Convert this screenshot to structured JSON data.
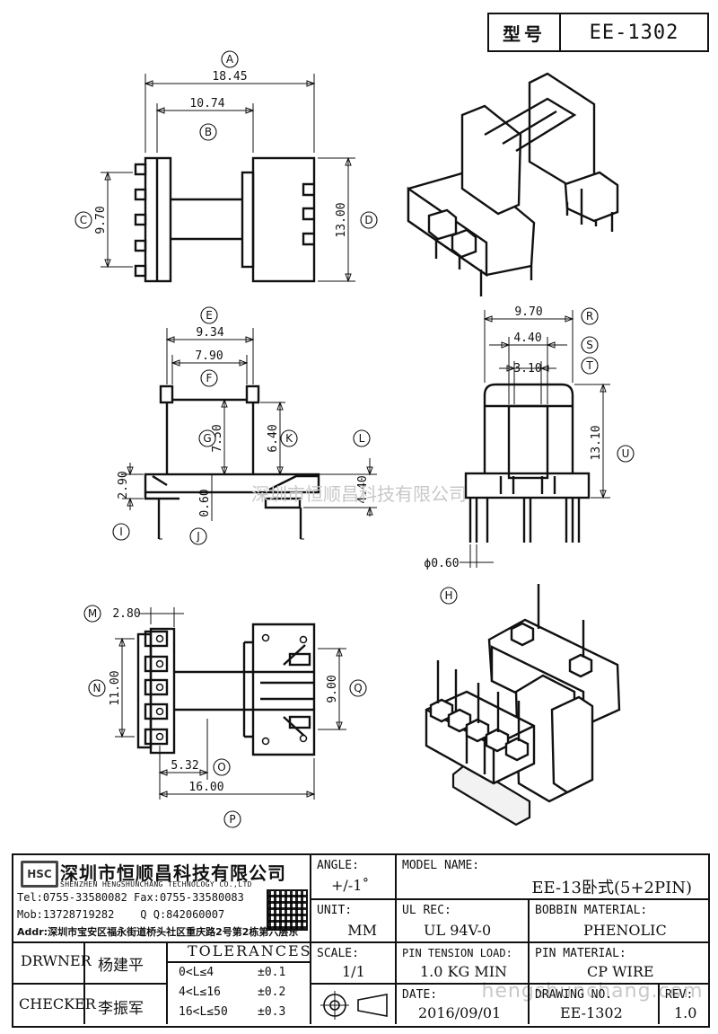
{
  "title_box": {
    "label": "型号",
    "model": "EE-1302"
  },
  "dimensions": {
    "A": {
      "letter": "A",
      "value": "18.45"
    },
    "B": {
      "letter": "B",
      "value": "10.74"
    },
    "C": {
      "letter": "C",
      "value": "9.70"
    },
    "D": {
      "letter": "D",
      "value": "13.00"
    },
    "E": {
      "letter": "E",
      "value": "9.34"
    },
    "F": {
      "letter": "F",
      "value": "7.90"
    },
    "G": {
      "letter": "G",
      "value": "7.50"
    },
    "K": {
      "letter": "K",
      "value": "6.40"
    },
    "L": {
      "letter": "L",
      "value": "4.40"
    },
    "I": {
      "letter": "I",
      "value": "2.90"
    },
    "J": {
      "letter": "J",
      "value": "0.60"
    },
    "R": {
      "letter": "R",
      "value": "9.70"
    },
    "S": {
      "letter": "S",
      "value": "4.40"
    },
    "T": {
      "letter": "T",
      "value": "3.10"
    },
    "U": {
      "letter": "U",
      "value": "13.10"
    },
    "pin_dia": {
      "value": "ϕ0.60"
    },
    "H": {
      "letter": "H"
    },
    "M": {
      "letter": "M",
      "value": "2.80"
    },
    "N": {
      "letter": "N",
      "value": "11.00"
    },
    "Q": {
      "letter": "Q",
      "value": "9.00"
    },
    "O": {
      "letter": "O",
      "value": "5.32"
    },
    "P": {
      "letter": "P",
      "value": "16.00"
    }
  },
  "watermark_center": "深圳市恒顺昌科技有限公司",
  "watermark_bottom": "hengshunchang.com",
  "company": {
    "logo": "HSC",
    "name_cn": "深圳市恒顺昌科技有限公司",
    "name_en": "SHENZHEN HENGSHUNCHANG TECHNOLOGY CO.,LTD",
    "tel": "Tel:0755-33580082 Fax:0755-33580083",
    "mob": "Mob:13728719282    Q Q:842060007",
    "addr": "Addr:深圳市宝安区福永街道桥头社区重庆路2号第2栋第六层东"
  },
  "title_block": {
    "angle_label": "ANGLE:",
    "angle_value": "+/-1˚",
    "model_name_label": "MODEL NAME:",
    "model_name_value": "EE-13卧式(5+2PIN)",
    "unit_label": "UNIT:",
    "unit_value": "MM",
    "ul_rec_label": "UL REC:",
    "ul_rec_value": "UL 94V-0",
    "bobbin_material_label": "BOBBIN MATERIAL:",
    "bobbin_material_value": "PHENOLIC",
    "drwner_label": "DRWNER",
    "drwner_value": "杨建平",
    "tolerances_label": "TOLERANCES",
    "scale_label": "SCALE:",
    "scale_value": "1/1",
    "pin_tension_label": "PIN TENSION LOAD:",
    "pin_tension_value": "1.0 KG MIN",
    "pin_material_label": "PIN MATERIAL:",
    "pin_material_value": "CP WIRE",
    "checker_label": "CHECKER",
    "checker_value": "李振军",
    "tolerances": [
      {
        "range": "0<L≤4",
        "tol": "±0.1"
      },
      {
        "range": "4<L≤16",
        "tol": "±0.2"
      },
      {
        "range": "16<L≤50",
        "tol": "±0.3"
      }
    ],
    "date_label": "DATE:",
    "date_value": "2016/09/01",
    "drawing_no_label": "DRAWING NO.",
    "drawing_no_value": "EE-1302",
    "rev_label": "REV:",
    "rev_value": "1.0"
  }
}
